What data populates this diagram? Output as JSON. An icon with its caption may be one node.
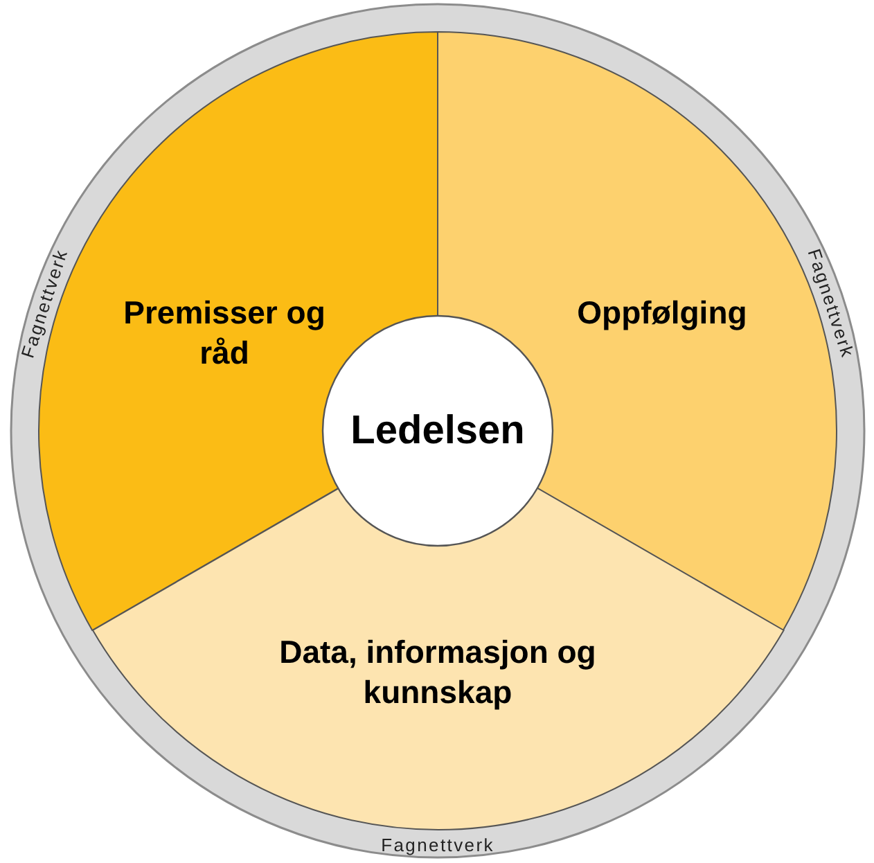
{
  "diagram": {
    "nodes": [
      {
        "text": [
          "Fagnettverk",
          "Fagnettverk",
          "Fagnettverk"
        ]
      },
      {
        "text": [
          "Premisser og råd"
        ],
        "in": 0
      },
      {
        "text": [
          "Oppfølging"
        ],
        "in": 0
      },
      {
        "text": [
          "Data, informasjon og kunnskap"
        ],
        "in": 0
      },
      {
        "text": [
          "Ledelsen"
        ],
        "in": 0
      }
    ]
  }
}
